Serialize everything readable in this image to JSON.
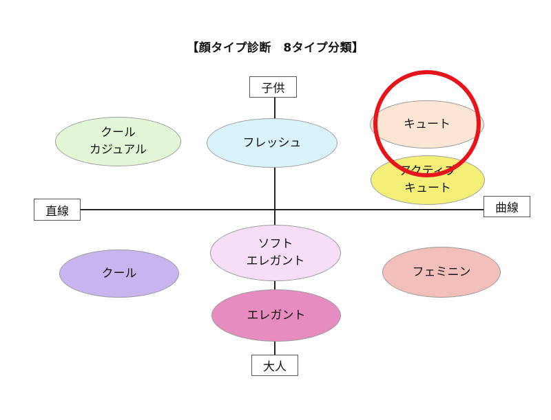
{
  "title": "【顔タイプ診断　8タイプ分類】",
  "axes": {
    "top": "子供",
    "bottom": "大人",
    "left": "直線",
    "right": "曲線"
  },
  "types": {
    "cool_casual": "クール\nカジュアル",
    "fresh": "フレッシュ",
    "cute": "キュート",
    "active_cute": "アクティブ\nキュート",
    "soft_elegant": "ソフト\nエレガント",
    "cool": "クール",
    "feminine": "フェミニン",
    "elegant": "エレガント"
  },
  "colors": {
    "cool_casual": "#e3f6d6",
    "fresh": "#d8f3fa",
    "cute": "#fbe6d4",
    "active_cute": "#f3ef77",
    "soft_elegant": "#f6def6",
    "cool": "#c8b4ee",
    "feminine": "#f2bfba",
    "elegant": "#e68cc0",
    "highlight": "#e8141b"
  }
}
